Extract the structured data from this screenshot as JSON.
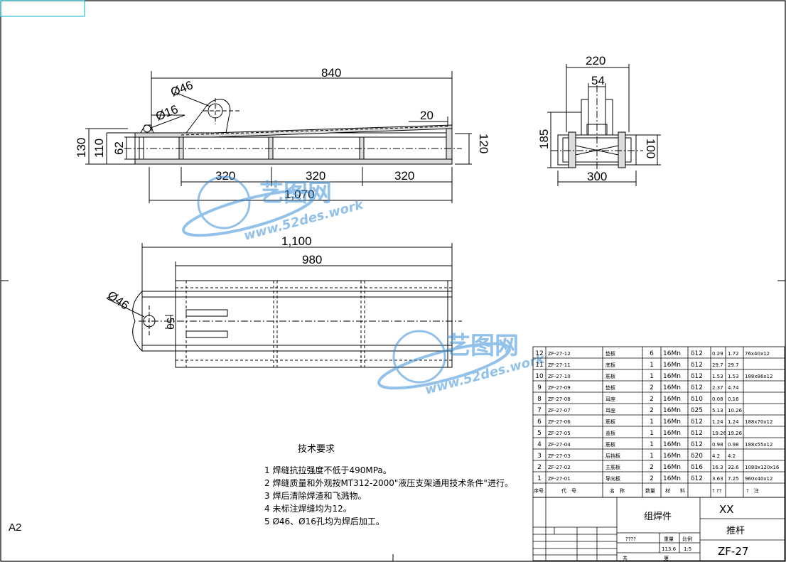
{
  "colors": {
    "line": "#000000",
    "accent": "#00b0c8",
    "watermark": "#3a8fd8"
  },
  "dimensions": {
    "front": {
      "d46": "Ø46",
      "d16": "Ø16",
      "len840": "840",
      "t20": "20",
      "h130": "130",
      "h110": "110",
      "h62": "62",
      "h120": "120",
      "s1": "320",
      "s2": "320",
      "s3": "320",
      "total": "1,070"
    },
    "side": {
      "w220": "220",
      "w54": "54",
      "h185": "185",
      "h100": "100",
      "w300": "300"
    },
    "top": {
      "l1100": "1,100",
      "l980": "980",
      "d46": "Ø46",
      "h50": "50"
    }
  },
  "sheet": {
    "size": "A2"
  },
  "watermark": {
    "brand": "艺图网",
    "url": "www.52des.work"
  },
  "notes": {
    "title": "技术要求",
    "items": [
      "1  焊缝抗拉强度不低于490MPa。",
      "2  焊缝质量和外观按MT312-2000\"液压支架通用技术条件\"进行。",
      "3  焊后清除焊渣和飞溅物。",
      "4  未标注焊缝均为12。",
      "5  Ø46、Ø16孔均为焊后加工。"
    ]
  },
  "bom": {
    "rows": [
      {
        "no": "12",
        "code": "ZF-27-12",
        "name": "垫板",
        "qty": "6",
        "mat": "16Mn",
        "spec": "δ12",
        "w1": "0.29",
        "w2": "1.72",
        "note": "76x40x12"
      },
      {
        "no": "11",
        "code": "ZF-27-11",
        "name": "底板",
        "qty": "1",
        "mat": "16Mn",
        "spec": "δ12",
        "w1": "29.7",
        "w2": "29.7",
        "note": ""
      },
      {
        "no": "10",
        "code": "ZF-27-10",
        "name": "筋板",
        "qty": "1",
        "mat": "16Mn",
        "spec": "δ12",
        "w1": "1.53",
        "w2": "1.53",
        "note": "188x86x12"
      },
      {
        "no": "9",
        "code": "ZF-27-09",
        "name": "垫板",
        "qty": "2",
        "mat": "16Mn",
        "spec": "δ12",
        "w1": "2.37",
        "w2": "4.74",
        "note": ""
      },
      {
        "no": "8",
        "code": "ZF-27-08",
        "name": "耳座",
        "qty": "2",
        "mat": "16Mn",
        "spec": "δ10",
        "w1": "0.08",
        "w2": "0.16",
        "note": ""
      },
      {
        "no": "7",
        "code": "ZF-27-07",
        "name": "耳座",
        "qty": "2",
        "mat": "16Mn",
        "spec": "δ25",
        "w1": "5.13",
        "w2": "10.26",
        "note": ""
      },
      {
        "no": "6",
        "code": "ZF-27-06",
        "name": "筋板",
        "qty": "1",
        "mat": "16Mn",
        "spec": "δ12",
        "w1": "1.24",
        "w2": "1.24",
        "note": "188x70x12"
      },
      {
        "no": "5",
        "code": "ZF-27-05",
        "name": "盖板",
        "qty": "1",
        "mat": "16Mn",
        "spec": "δ12",
        "w1": "19.26",
        "w2": "19.26",
        "note": ""
      },
      {
        "no": "4",
        "code": "ZF-27-04",
        "name": "筋板",
        "qty": "1",
        "mat": "16Mn",
        "spec": "δ12",
        "w1": "0.98",
        "w2": "0.98",
        "note": "188x55x12"
      },
      {
        "no": "3",
        "code": "ZF-27-03",
        "name": "后挡板",
        "qty": "1",
        "mat": "16Mn",
        "spec": "δ20",
        "w1": "4.2",
        "w2": "4.2",
        "note": ""
      },
      {
        "no": "2",
        "code": "ZF-27-02",
        "name": "主筋板",
        "qty": "2",
        "mat": "16Mn",
        "spec": "δ16",
        "w1": "16.3",
        "w2": "32.6",
        "note": "1080x120x16"
      },
      {
        "no": "1",
        "code": "ZF-27-01",
        "name": "导向板",
        "qty": "2",
        "mat": "16Mn",
        "spec": "δ12",
        "w1": "3.63",
        "w2": "7.25",
        "note": "960x40x12"
      }
    ],
    "header": {
      "no": "序号",
      "code": "代　号",
      "name": "名　称",
      "qty": "数量",
      "mat": "材　　料",
      "w": "? ??",
      "note": "?　注"
    }
  },
  "titleblock": {
    "assembly": "组焊件",
    "company": "XX",
    "part": "推杆",
    "drawing_no": "ZF-27",
    "weight": "113.6",
    "scale": "1:5",
    "labels": {
      "weight": "重量",
      "scale": "比例",
      "marks": "????",
      "sheets": "共",
      "sheet": "第"
    }
  }
}
